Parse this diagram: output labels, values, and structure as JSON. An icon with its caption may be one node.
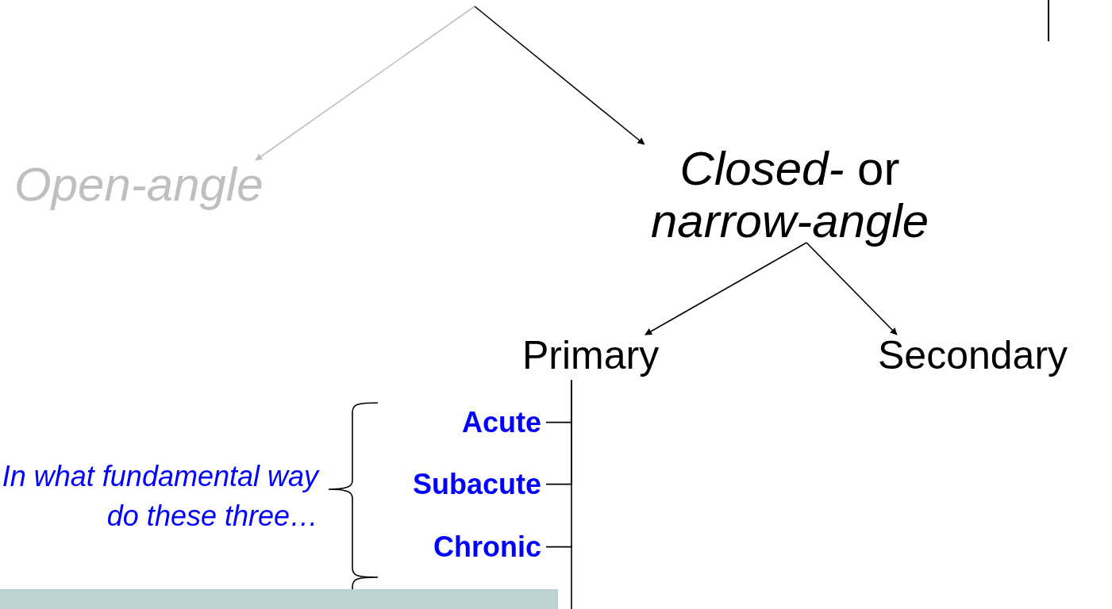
{
  "diagram": {
    "nodes": [
      {
        "text": [
          "Open-angle"
        ]
      },
      {
        "text": [
          "*Closed-* or *narrow-angle*"
        ]
      },
      {
        "text": [
          "Primary"
        ]
      },
      {
        "text": [
          "Secondary"
        ]
      },
      {
        "text": [
          "Acute"
        ]
      },
      {
        "text": [
          "Subacute"
        ]
      },
      {
        "text": [
          "Chronic"
        ]
      },
      {
        "text": [],
        "shape": "box"
      }
    ],
    "edges": [
      {
        "from": null,
        "to": 0,
        "arrow": "to",
        "color": "#bfbfbf"
      },
      {
        "from": null,
        "to": 1,
        "arrow": "to"
      },
      {
        "from": 1,
        "to": 2,
        "arrow": "to"
      },
      {
        "from": 1,
        "to": 3,
        "arrow": "to"
      },
      {
        "from": 2,
        "to": 4,
        "arrow": "none"
      },
      {
        "from": 2,
        "to": 5,
        "arrow": "none"
      },
      {
        "from": 2,
        "to": 6,
        "arrow": "none"
      }
    ],
    "labels": [
      "In what fundamental way do these three…"
    ]
  }
}
